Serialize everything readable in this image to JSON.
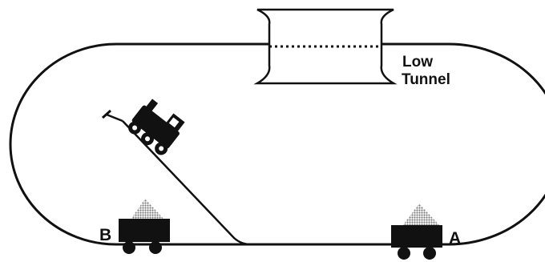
{
  "labels": {
    "tunnel_line1": "Low",
    "tunnel_line2": "Tunnel",
    "car_b": "B",
    "car_a": "A"
  },
  "colors": {
    "ink": "#111111",
    "cargo": "#9a9a9a",
    "background": "#ffffff"
  },
  "icons": {
    "locomotive": "train-engine-icon",
    "car": "rail-car-icon"
  }
}
